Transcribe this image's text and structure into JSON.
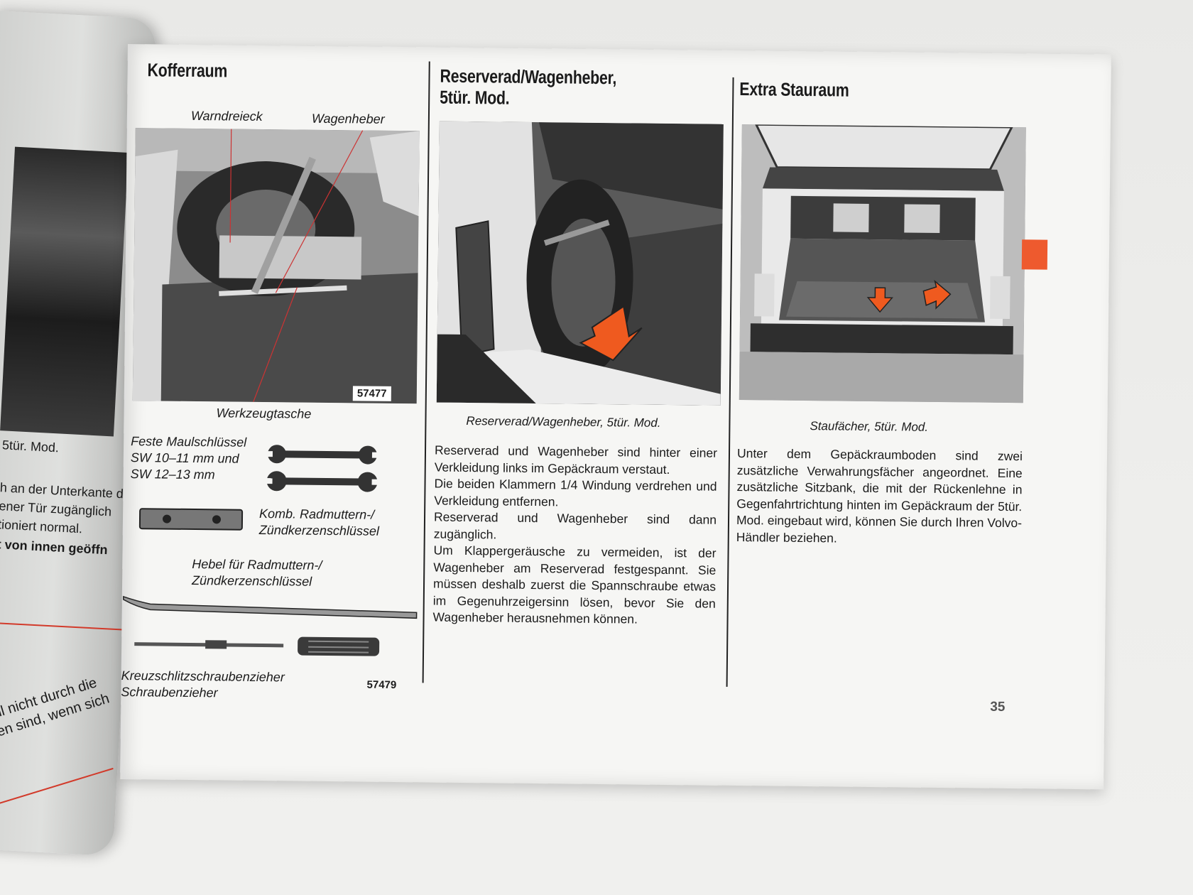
{
  "left_page": {
    "caption": "5tür. Mod.",
    "lines": [
      "h an der Unterkante de",
      "ener Tür zugänglich",
      "tioniert normal.",
      "t von innen geöffn"
    ],
    "bottom_lines": [
      "all nicht durch die",
      "den sind, wenn sich"
    ]
  },
  "column1": {
    "title": "Kofferraum",
    "callout_warndreieck": "Warndreieck",
    "callout_wagenheber": "Wagenheber",
    "callout_werkzeugtasche": "Werkzeugtasche",
    "photo_ref": "57477",
    "tools": {
      "maulschluessel": "Feste Maulschlüssel\nSW 10–11 mm und\nSW 12–13 mm",
      "radmuttern": "Komb. Radmuttern-/\nZündkerzenschlüssel",
      "hebel": "Hebel für Radmuttern-/\nZündkerzenschlüssel",
      "schraubenzieher": "Kreuzschlitzschraubenzieher\nSchraubenzieher",
      "ref": "57479"
    }
  },
  "column2": {
    "title_line1": "Reserverad/Wagenheber,",
    "title_line2": "5tür. Mod.",
    "caption": "Reserverad/Wagenheber, 5tür. Mod.",
    "paragraphs": [
      "Reserverad und Wagenheber sind hinter einer Verkleidung links im Gepäckraum verstaut.",
      "Die beiden Klammern 1/4 Windung verdrehen und Verkleidung entfernen.",
      "Reserverad und Wagenheber sind dann zugänglich.",
      "Um Klappergeräusche zu vermeiden, ist der Wagenheber am Reserverad festgespannt. Sie müssen deshalb zuerst die Spannschraube etwas im Gegenuhrzeigersinn lösen, bevor Sie den Wagenheber herausnehmen können."
    ]
  },
  "column3": {
    "title": "Extra Stauraum",
    "caption": "Staufächer, 5tür. Mod.",
    "paragraphs": [
      "Unter dem Gepäckraumboden sind zwei zusätzliche Verwahrungsfächer angeordnet. Eine zusätzliche Sitzbank, die mit der Rückenlehne in Gegenfahrtrichtung hinten im Gepäckraum der 5tür. Mod. eingebaut wird, können Sie durch Ihren Volvo-Händler beziehen."
    ]
  },
  "page_number": "35",
  "colors": {
    "accent_red": "#ee5a2e",
    "paper": "#f6f6f4",
    "ink": "#1b1b1b"
  }
}
